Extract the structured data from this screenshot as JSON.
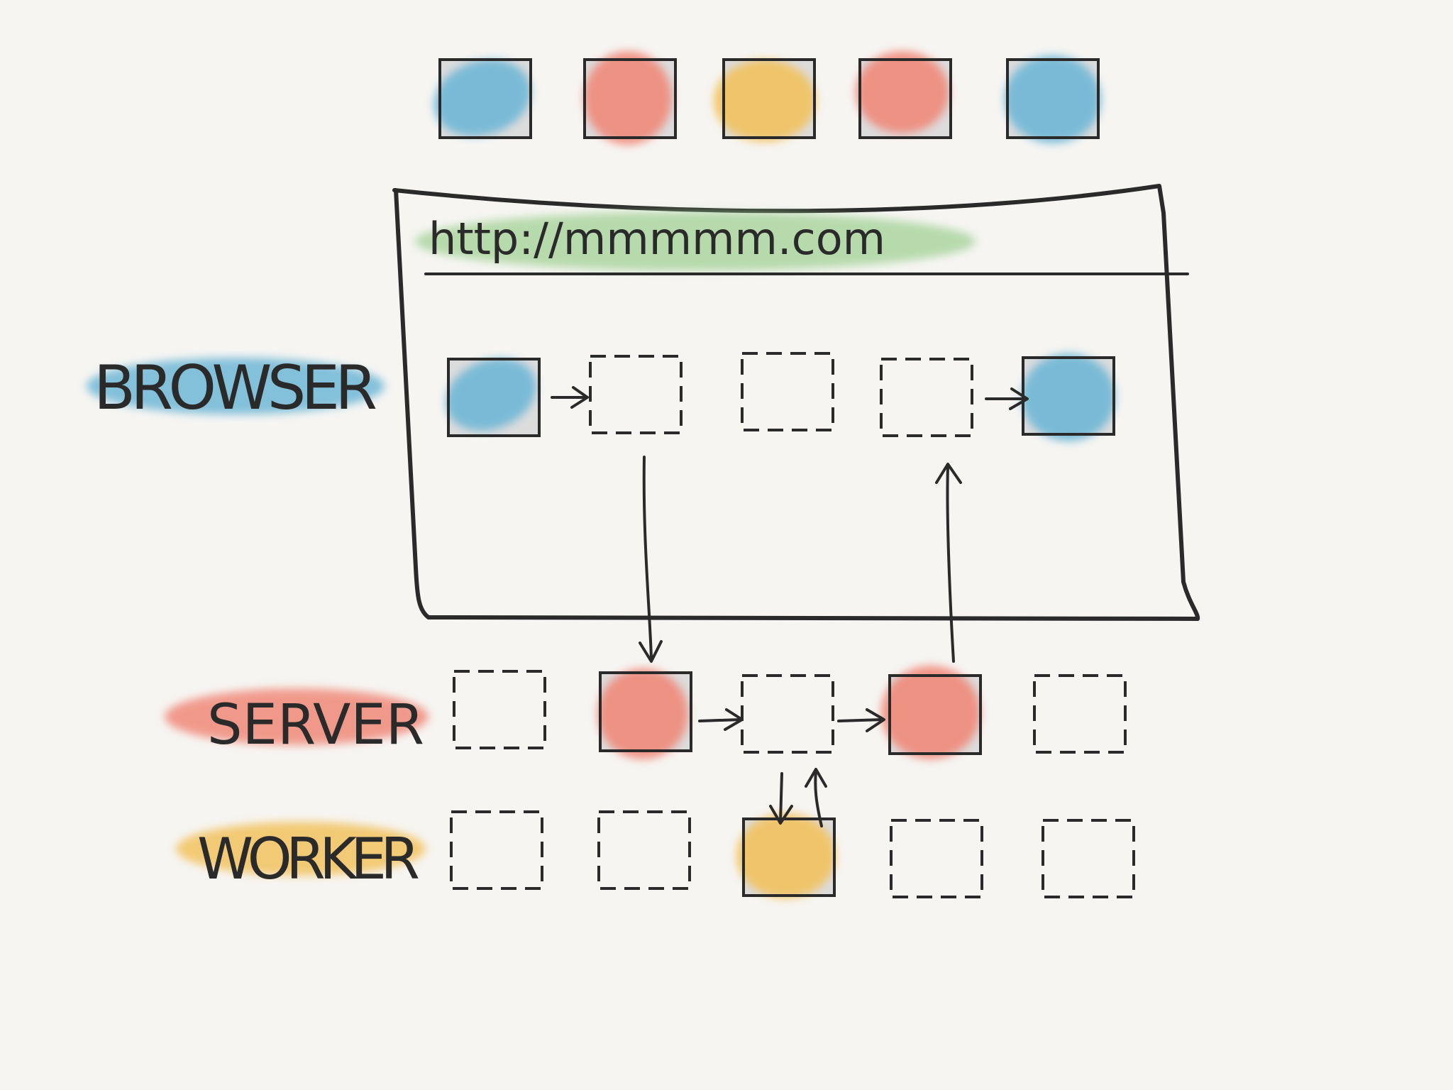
{
  "colors": {
    "background": "#f6f5f2",
    "ink": "#2a2a2a",
    "blue": "#6fb7d6",
    "red": "#f08a7a",
    "yellow": "#f2c25e",
    "green": "#9ccf8f",
    "box_fill": "#dcdcdc"
  },
  "labels": {
    "browser": "BROWSER",
    "server": "SERVER",
    "worker": "WORKER"
  },
  "browser_window": {
    "url": "http://mmmmm.com"
  },
  "rows": {
    "top": [
      "blue",
      "red",
      "yellow",
      "red",
      "blue"
    ],
    "browser": [
      "blue",
      "empty",
      "empty",
      "empty",
      "blue"
    ],
    "server": [
      "empty",
      "red",
      "empty",
      "red",
      "empty"
    ],
    "worker": [
      "empty",
      "empty",
      "yellow",
      "empty",
      "empty"
    ]
  }
}
